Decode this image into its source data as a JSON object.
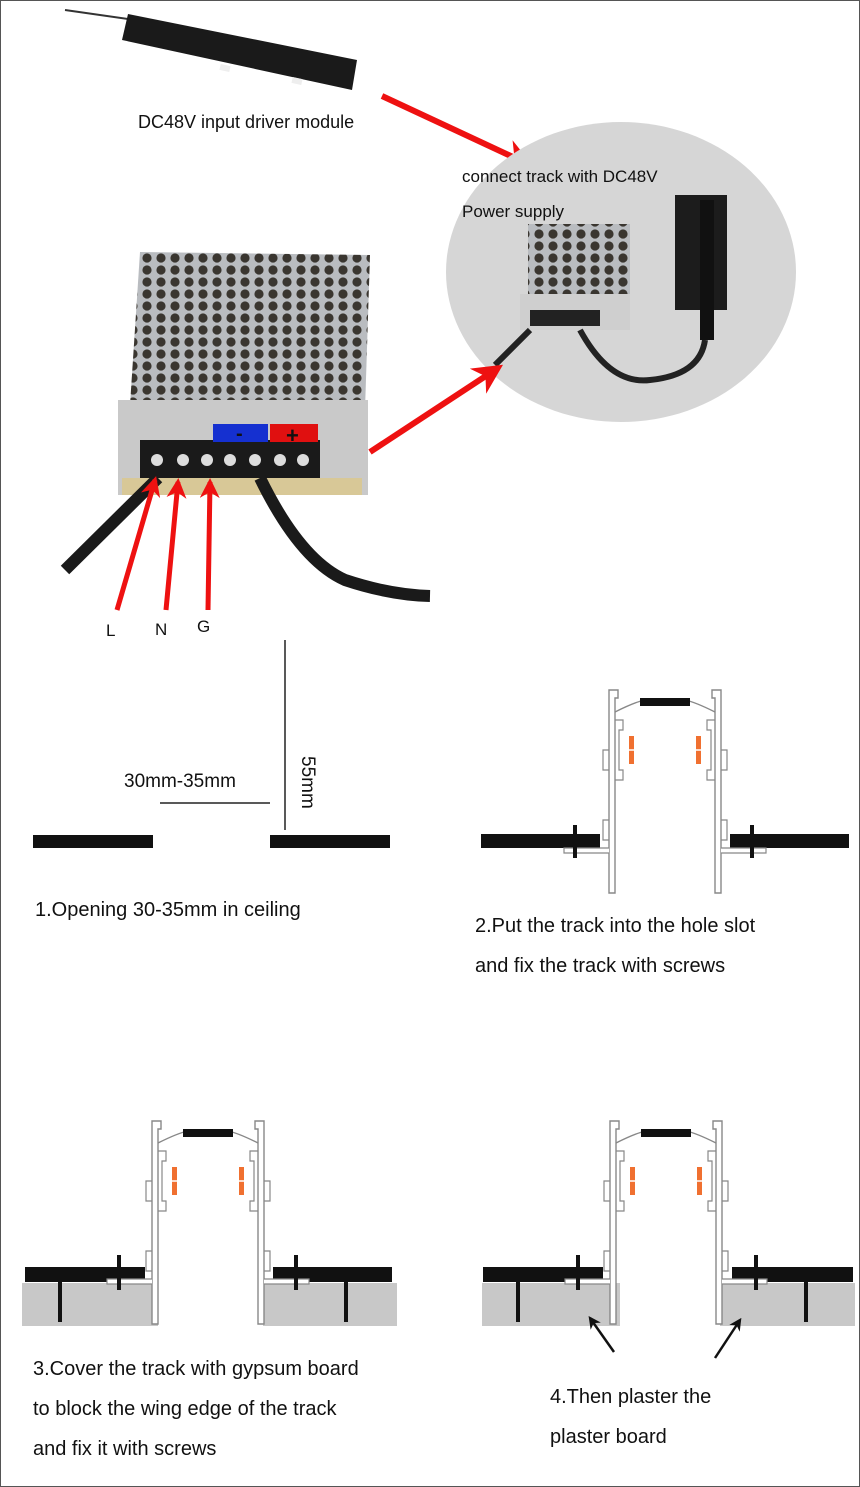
{
  "wiring": {
    "driver_label": "DC48V input driver module",
    "connect_line1": "connect track with DC48V",
    "connect_line2": "Power supply",
    "terminal_minus": "-",
    "terminal_plus": "+",
    "wire_labels": [
      "L",
      "N",
      "G"
    ]
  },
  "steps": {
    "step1": {
      "width_label": "30mm-35mm",
      "depth_label": "55mm",
      "caption": "1.Opening 30-35mm in ceiling"
    },
    "step2": {
      "caption_lines": [
        "2.Put the track into the hole slot",
        "and fix the track with screws"
      ]
    },
    "step3": {
      "caption_lines": [
        "3.Cover the track with gypsum board",
        "to block the wing edge of the track",
        "and fix it with screws"
      ]
    },
    "step4": {
      "caption_lines": [
        "4.Then plaster the",
        "plaster board"
      ]
    }
  },
  "colors": {
    "arrow_red": "#ee1111",
    "circle_gray": "#d6d6d6",
    "gypsum_gray": "#c8c8c8",
    "contact_orange": "#f07030",
    "terminal_blue": "#1530d0",
    "terminal_red": "#e01010"
  }
}
